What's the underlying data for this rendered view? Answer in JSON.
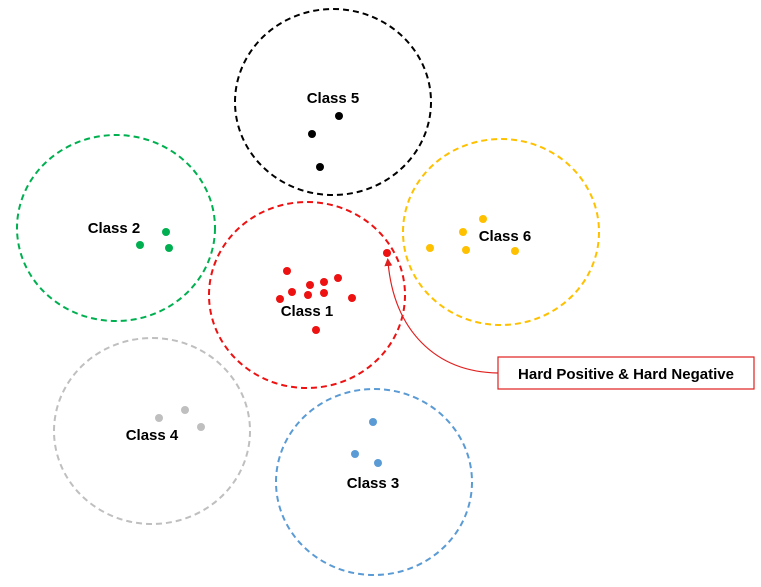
{
  "diagram": {
    "classes": [
      {
        "label": "Class 1",
        "color": "#ee1111"
      },
      {
        "label": "Class 2",
        "color": "#00b050"
      },
      {
        "label": "Class 3",
        "color": "#5b9bd5"
      },
      {
        "label": "Class 4",
        "color": "#bfbfbf"
      },
      {
        "label": "Class 5",
        "color": "#000000"
      },
      {
        "label": "Class 6",
        "color": "#ffc000"
      }
    ],
    "annotation": {
      "text": "Hard Positive & Hard Negative",
      "color": "#e0201f"
    }
  }
}
